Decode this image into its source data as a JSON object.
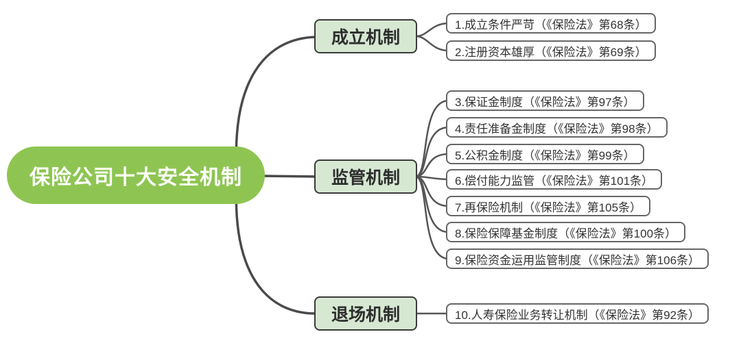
{
  "diagram": {
    "type": "mindmap",
    "root": {
      "label": "保险公司十大安全机制"
    },
    "branches": [
      {
        "label": "成立机制",
        "children": [
          "1.成立条件严苛（《保险法》第68条）",
          "2.注册资本雄厚（《保险法》第69条）"
        ]
      },
      {
        "label": "监管机制",
        "children": [
          "3.保证金制度（《保险法》第97条）",
          "4.责任准备金制度（《保险法》第98条）",
          "5.公积金制度（《保险法》第99条）",
          "6.偿付能力监管（《保险法》第101条）",
          "7.再保险机制（《保险法》第105条）",
          "8.保险保障基金制度（《保险法》第100条）",
          "9.保险资金运用监管制度（《保险法》第106条）"
        ]
      },
      {
        "label": "退场机制",
        "children": [
          "10.人寿保险业务转让机制（《保险法》第92条）"
        ]
      }
    ],
    "colors": {
      "root_fill": "#8ec552",
      "root_text": "#ffffff",
      "branch_fill": "#d6e8d2",
      "branch_border": "#3a3a3a",
      "leaf_fill": "#ffffff",
      "leaf_border": "#666666",
      "connector": "#4a4a4a",
      "text": "#333333",
      "background": "#ffffff"
    }
  }
}
